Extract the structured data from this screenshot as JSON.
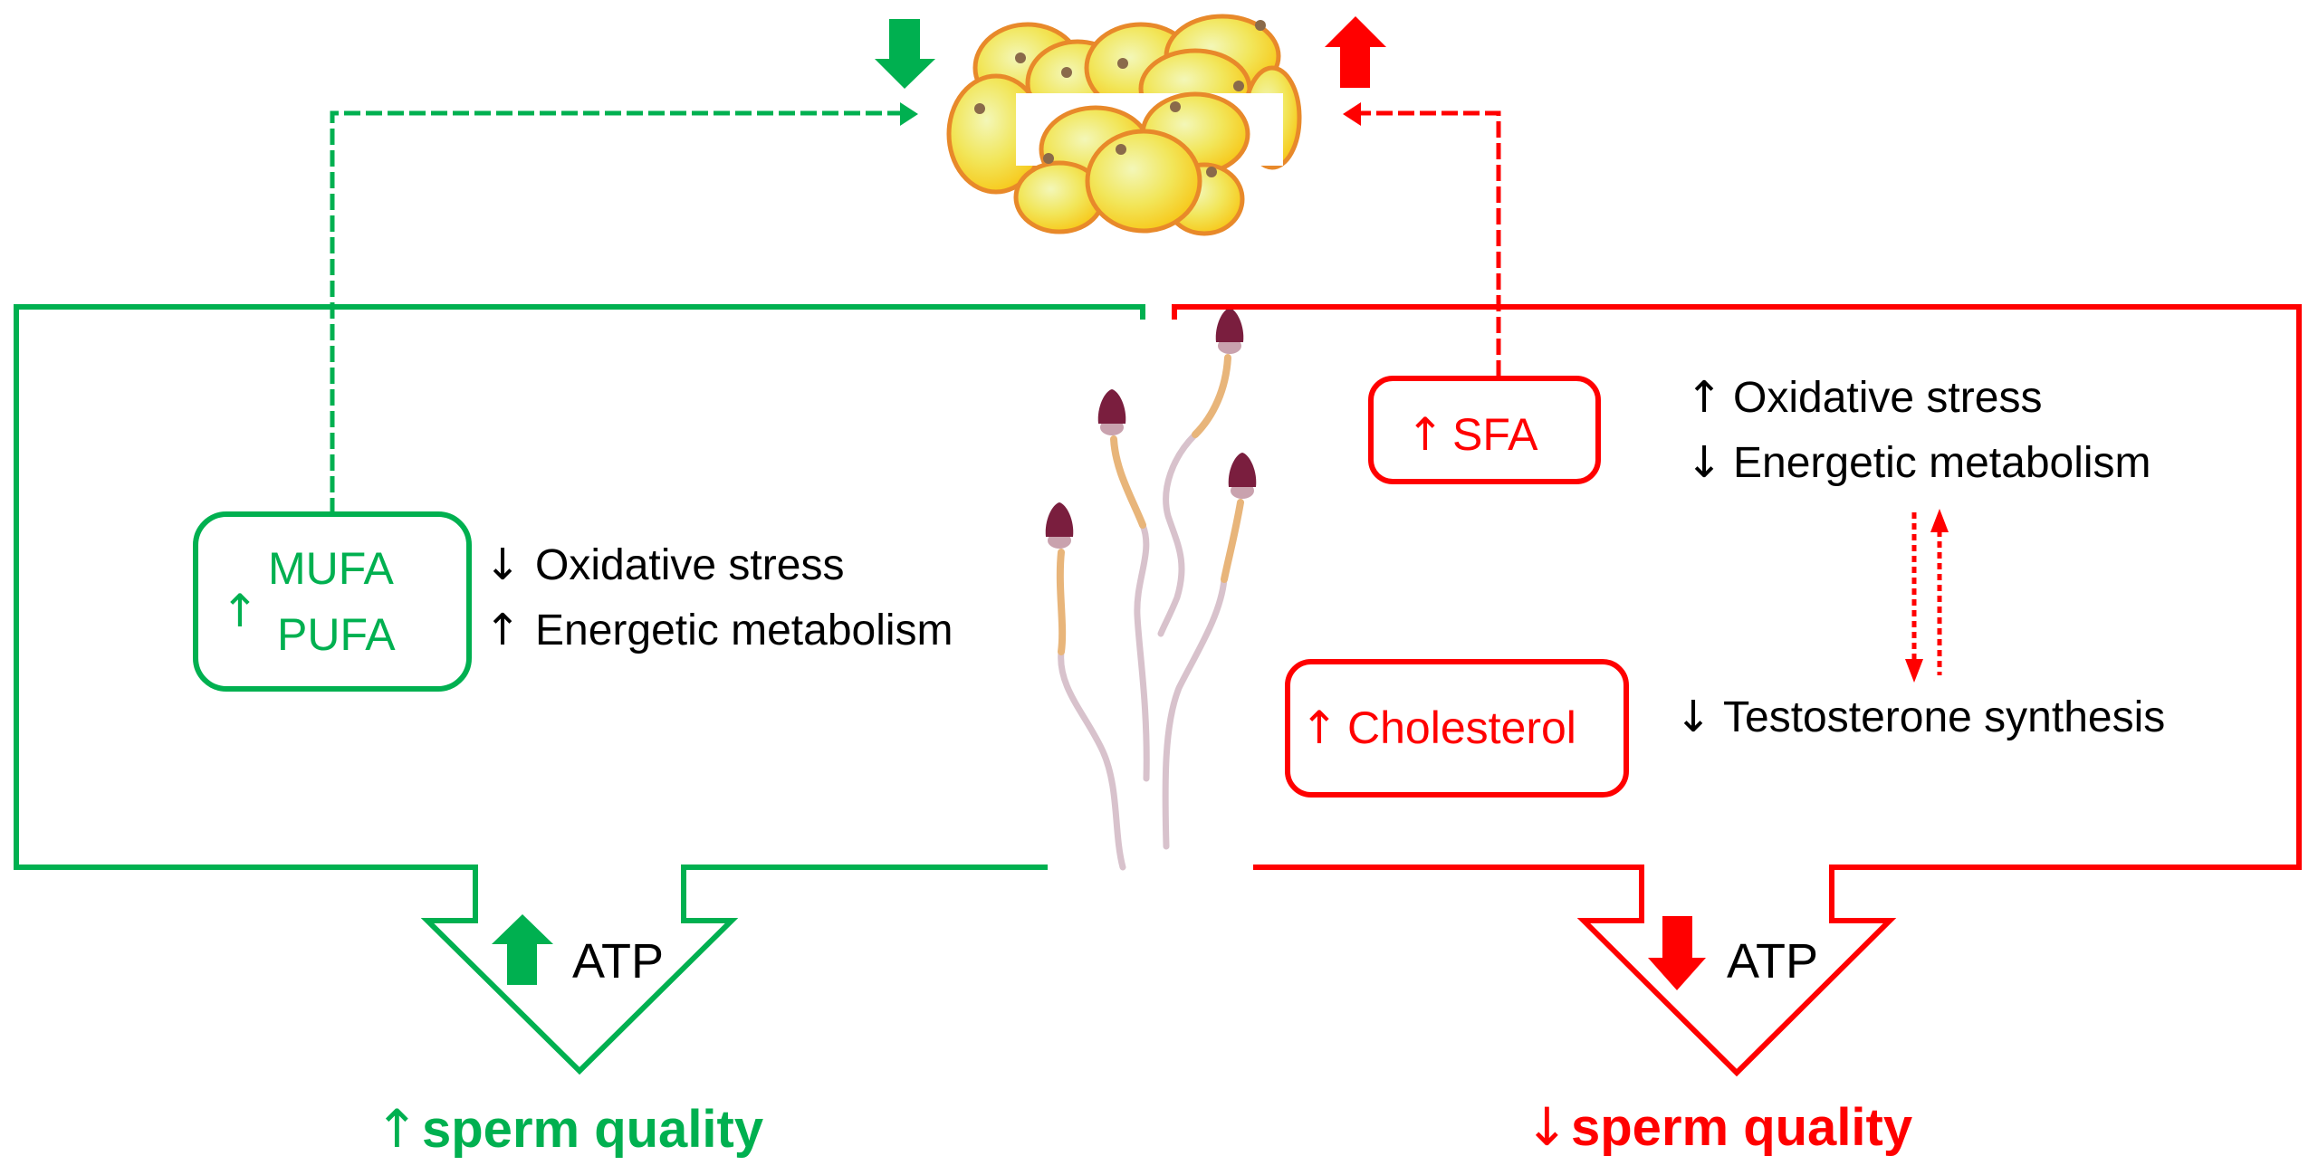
{
  "colors": {
    "beneficial": "#00B050",
    "harmful": "#FF0000",
    "text": "#000000",
    "sperm_head": "#7A1E3E",
    "sperm_midpiece": "#E8B57A",
    "sperm_tail": "#D8C2CC",
    "fat_cell_fill": "#F4E35A",
    "fat_cell_edge": "#E8892A"
  },
  "top_image": {
    "name": "adipose-tissue-cells",
    "left_indicator": "down-arrow-green",
    "right_indicator": "up-arrow-red"
  },
  "center_image": {
    "name": "spermatozoa",
    "count": 4
  },
  "left_panel": {
    "theme": "beneficial",
    "box": {
      "arrow": "↑",
      "lines": [
        "MUFA",
        "PUFA"
      ]
    },
    "effects": [
      {
        "arrow": "↓",
        "text": "Oxidative stress"
      },
      {
        "arrow": "↑",
        "text": "Energetic metabolism"
      }
    ],
    "atp": {
      "arrow": "up",
      "label": "ATP"
    },
    "outcome": {
      "arrow": "↑",
      "text": "sperm quality"
    }
  },
  "right_panel": {
    "theme": "harmful",
    "sfa_box": {
      "arrow": "↑",
      "text": "SFA"
    },
    "sfa_effects": [
      {
        "arrow": "↑",
        "text": "Oxidative stress"
      },
      {
        "arrow": "↓",
        "text": "Energetic metabolism"
      }
    ],
    "cholesterol_box": {
      "arrow": "↑",
      "text": "Cholesterol"
    },
    "cholesterol_effect": {
      "arrow": "↓",
      "text": "Testosterone synthesis"
    },
    "atp": {
      "arrow": "down",
      "label": "ATP"
    },
    "outcome": {
      "arrow": "↓",
      "text": "sperm quality"
    }
  }
}
